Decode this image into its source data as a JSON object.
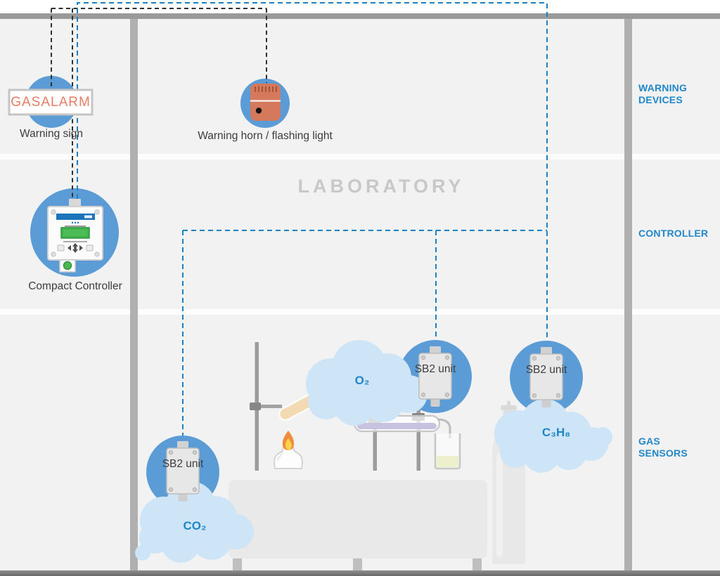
{
  "room": {
    "label": "LABORATORY"
  },
  "sections": {
    "warning_devices": "WARNING DEVICES",
    "controller": "CONTROLLER",
    "gas_sensors": "GAS SENSORS"
  },
  "warning_sign": {
    "sign_text": "GASALARM",
    "caption": "Warning sign"
  },
  "warning_horn": {
    "caption": "Warning horn / flashing light"
  },
  "controller_device": {
    "caption": "Compact Controller"
  },
  "sensors": [
    {
      "unit": "SB2 unit",
      "gas": "CO₂"
    },
    {
      "unit": "SB2 unit",
      "gas": "O₂"
    },
    {
      "unit": "SB2 unit",
      "gas": "C₃H₈"
    }
  ],
  "colors": {
    "accent_blue": "#2287c8",
    "device_circle_blue": "#5b9cd6",
    "cloud_blue": "#cde5f6",
    "alarm_salmon": "#e57e63",
    "dashed_blue": "#1d80c5",
    "dashed_black": "#303030",
    "wall_gray": "#b0b0b0",
    "background_gray": "#f2f2f2"
  }
}
